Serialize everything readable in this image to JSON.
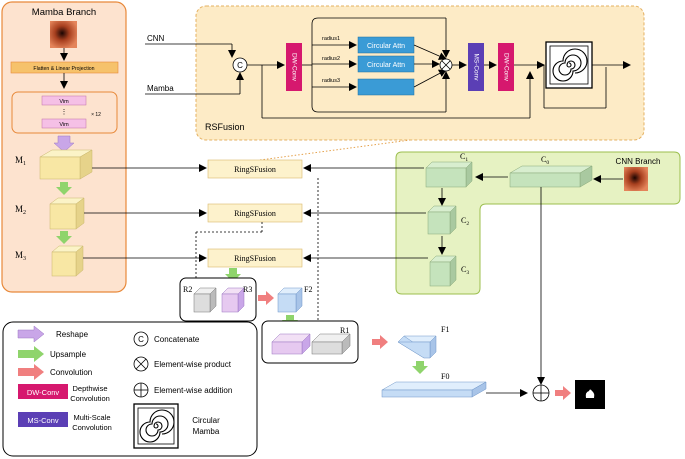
{
  "mamba_branch": {
    "title": "Mamba Branch",
    "flatten_label": "Flatten & Linear Projection",
    "vim_label": "Vim",
    "repeat_label": "× 12",
    "stages": [
      "M",
      "M",
      "M"
    ],
    "stage_subs": [
      "1",
      "2",
      "3"
    ]
  },
  "rsfusion": {
    "title": "RSFusion",
    "input_cnn": "CNN",
    "input_mamba": "Mamba",
    "concat_symbol": "C",
    "dwconv_label": "DW-Conv",
    "msconv_label": "MS-Conv",
    "radii": [
      "radius1",
      "radius2",
      "radius3"
    ],
    "attn_label": "Circular Attn"
  },
  "fusion_blocks": [
    "RingSFusion",
    "RingSFusion",
    "RingSFusion"
  ],
  "cnn_branch": {
    "title": "CNN Branch",
    "stages": [
      "C",
      "C",
      "C",
      "C"
    ],
    "stage_subs": [
      "0",
      "1",
      "2",
      "3"
    ]
  },
  "decoder": {
    "r3": "R3",
    "r2": "R2",
    "f2": "F2",
    "r1": "R1",
    "f1": "F1",
    "f0": "F0"
  },
  "legend": {
    "reshape": "Reshape",
    "upsample": "Upsample",
    "convolution": "Convolution",
    "concatenate": "Concatenate",
    "concat_symbol": "C",
    "elementwise_product": "Element-wise product",
    "elementwise_addition": "Element-wise addition",
    "dwconv_box": "DW-Conv",
    "dwconv_desc_1": "Depthwise",
    "dwconv_desc_2": "Convolution",
    "msconv_box": "MS-Conv",
    "msconv_desc_1": "Multi-Scale",
    "msconv_desc_2": "Convolution",
    "circular_desc_1": "Circular",
    "circular_desc_2": "Mamba"
  },
  "colors": {
    "mamba_bg": "#fde3cf",
    "mamba_border": "#e8893a",
    "rsfusion_bg": "#fdebc6",
    "cnn_bg": "#e6f2c2",
    "cnn_border": "#9cbf4e",
    "dwconv": "#d6186e",
    "msconv": "#5b3fb5",
    "attn": "#3a9bd6",
    "vim_fill": "#f5c0e6",
    "upsample_arrow": "#8fd46c",
    "conv_arrow": "#f07f7f",
    "reshape_arrow": "#c9a6e8"
  }
}
